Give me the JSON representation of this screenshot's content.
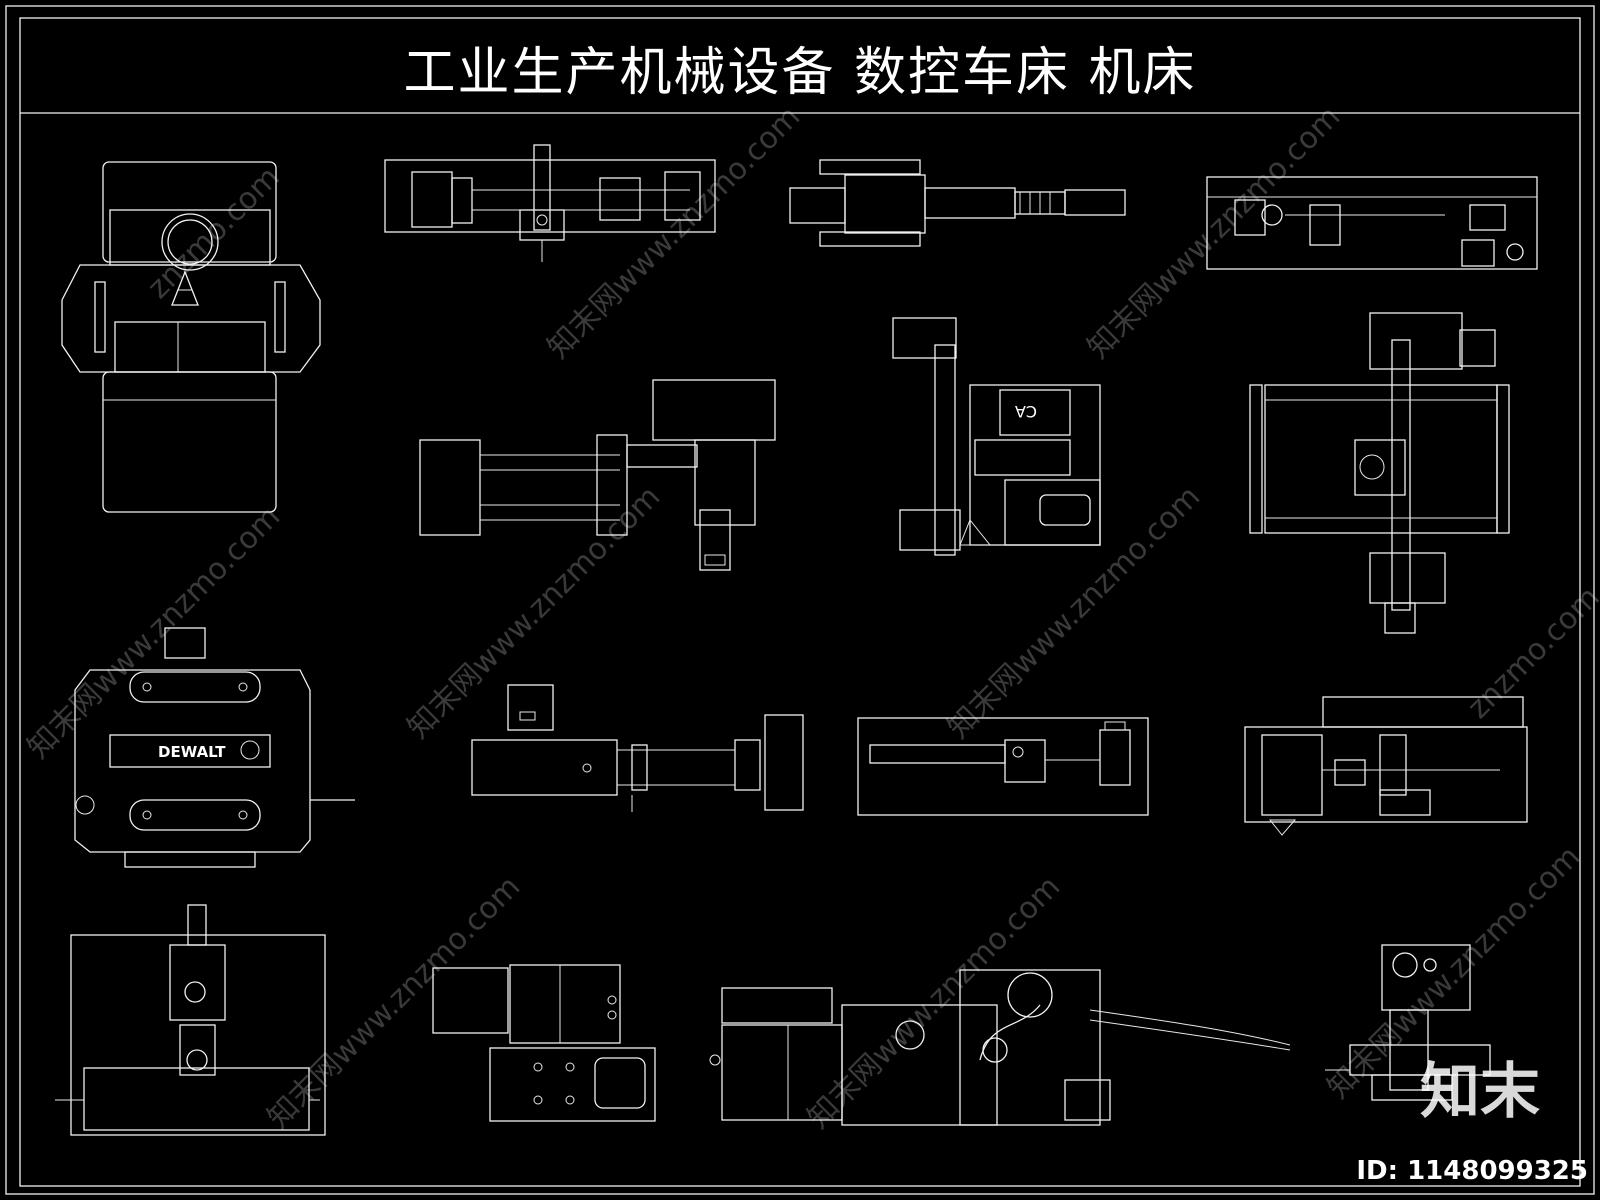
{
  "drawing": {
    "title": "工业生产机械设备  数控车床  机床",
    "brand_label": "DEWALT",
    "motor_label": "CA"
  },
  "watermark": {
    "domain_text": "znzmo.com",
    "site_text": "知末网www.znzmo.com",
    "logo_text": "知末",
    "asset_id": "ID: 1148099325"
  },
  "colors": {
    "background": "#000000",
    "line": "#f2f2f2",
    "watermark": "#3a3a3a"
  }
}
